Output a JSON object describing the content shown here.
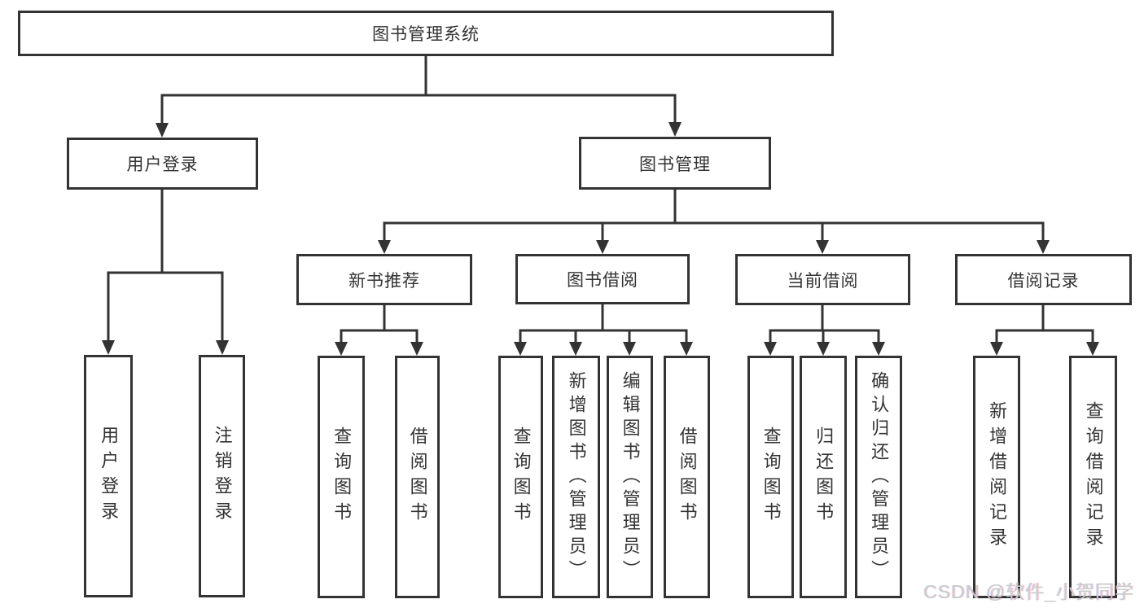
{
  "colors": {
    "line": "#333333",
    "text": "#333333",
    "background": "#ffffff",
    "watermark": "#cbcbcb"
  },
  "watermark": {
    "text": "CSDN @软件_小贺同学"
  },
  "tree": {
    "root": {
      "label": "图书管理系统"
    },
    "branches": [
      {
        "label": "用户登录",
        "children": [
          {
            "label": "用户登录"
          },
          {
            "label": "注销登录"
          }
        ]
      },
      {
        "label": "图书管理",
        "children": [
          {
            "label": "新书推荐",
            "children": [
              {
                "label": "查询图书"
              },
              {
                "label": "借阅图书"
              }
            ]
          },
          {
            "label": "图书借阅",
            "children": [
              {
                "label": "查询图书"
              },
              {
                "label": "新增图书（管理员）"
              },
              {
                "label": "编辑图书（管理员）"
              },
              {
                "label": "借阅图书"
              }
            ]
          },
          {
            "label": "当前借阅",
            "children": [
              {
                "label": "查询图书"
              },
              {
                "label": "归还图书"
              },
              {
                "label": "确认归还（管理员）"
              }
            ]
          },
          {
            "label": "借阅记录",
            "children": [
              {
                "label": "新增借阅记录"
              },
              {
                "label": "查询借阅记录"
              }
            ]
          }
        ]
      }
    ]
  }
}
